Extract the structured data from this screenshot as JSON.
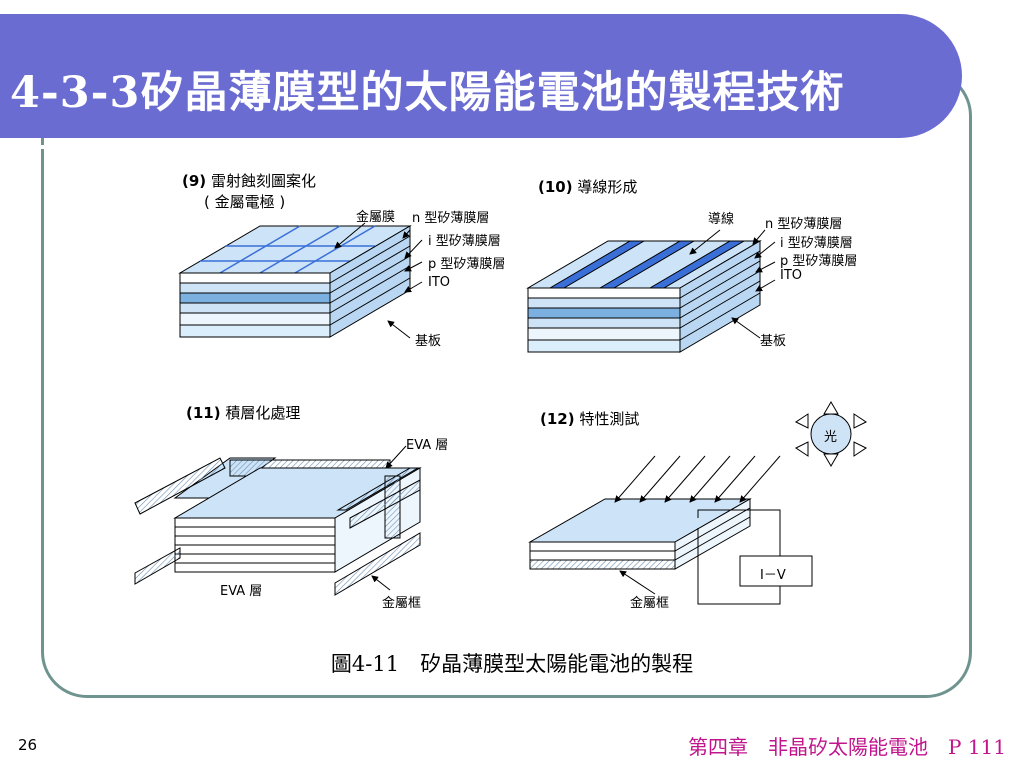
{
  "slide": {
    "title": "4-3-3矽晶薄膜型的太陽能電池的製程技術",
    "page_number": "26",
    "footer": "第四章　非晶矽太陽能電池　P 111",
    "caption": "圖4-11　矽晶薄膜型太陽能電池的製程"
  },
  "panels": {
    "p9": {
      "num": "(9)",
      "title": "雷射蝕刻圖案化",
      "subtitle": "( 金屬電極 )",
      "labels": [
        "金屬膜",
        "n 型矽薄膜層",
        "i 型矽薄膜層",
        "p 型矽薄膜層",
        "ITO",
        "基板"
      ]
    },
    "p10": {
      "num": "(10)",
      "title": "導線形成",
      "labels": [
        "導線",
        "n 型矽薄膜層",
        "i 型矽薄膜層",
        "p 型矽薄膜層",
        "ITO",
        "基板"
      ]
    },
    "p11": {
      "num": "(11)",
      "title": "積層化處理",
      "labels": [
        "EVA 層",
        "EVA 層",
        "金屬框"
      ]
    },
    "p12": {
      "num": "(12)",
      "title": "特性測試",
      "labels": [
        "光",
        "I－V",
        "金屬框"
      ]
    }
  },
  "colors": {
    "title_bar": "#6a6cd2",
    "frame": "#6f948f",
    "layer_fill": "#dbeefb",
    "layer_dark": "#7bb0e0",
    "footer_text": "#c0158c"
  }
}
